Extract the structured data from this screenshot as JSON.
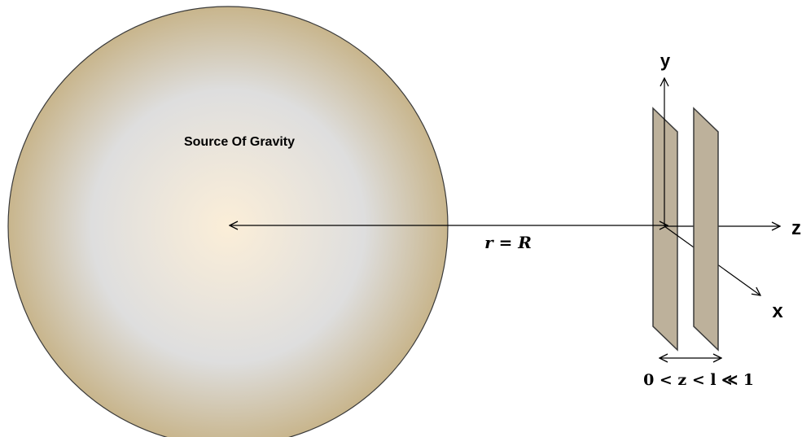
{
  "sphere": {
    "label": "Source Of Gravity",
    "colors": {
      "center": "#fbeed8",
      "mid": "#dedede",
      "edge": "#c8b58c",
      "outline": "#3a3a3a"
    }
  },
  "distance": {
    "label": "r = R"
  },
  "plates": {
    "fill": "#bdb19b",
    "stroke": "#3a3a3a",
    "separation_label": "0 < z < l ≪ 1"
  },
  "axes": {
    "x_label": "x",
    "y_label": "y",
    "z_label": "z"
  }
}
